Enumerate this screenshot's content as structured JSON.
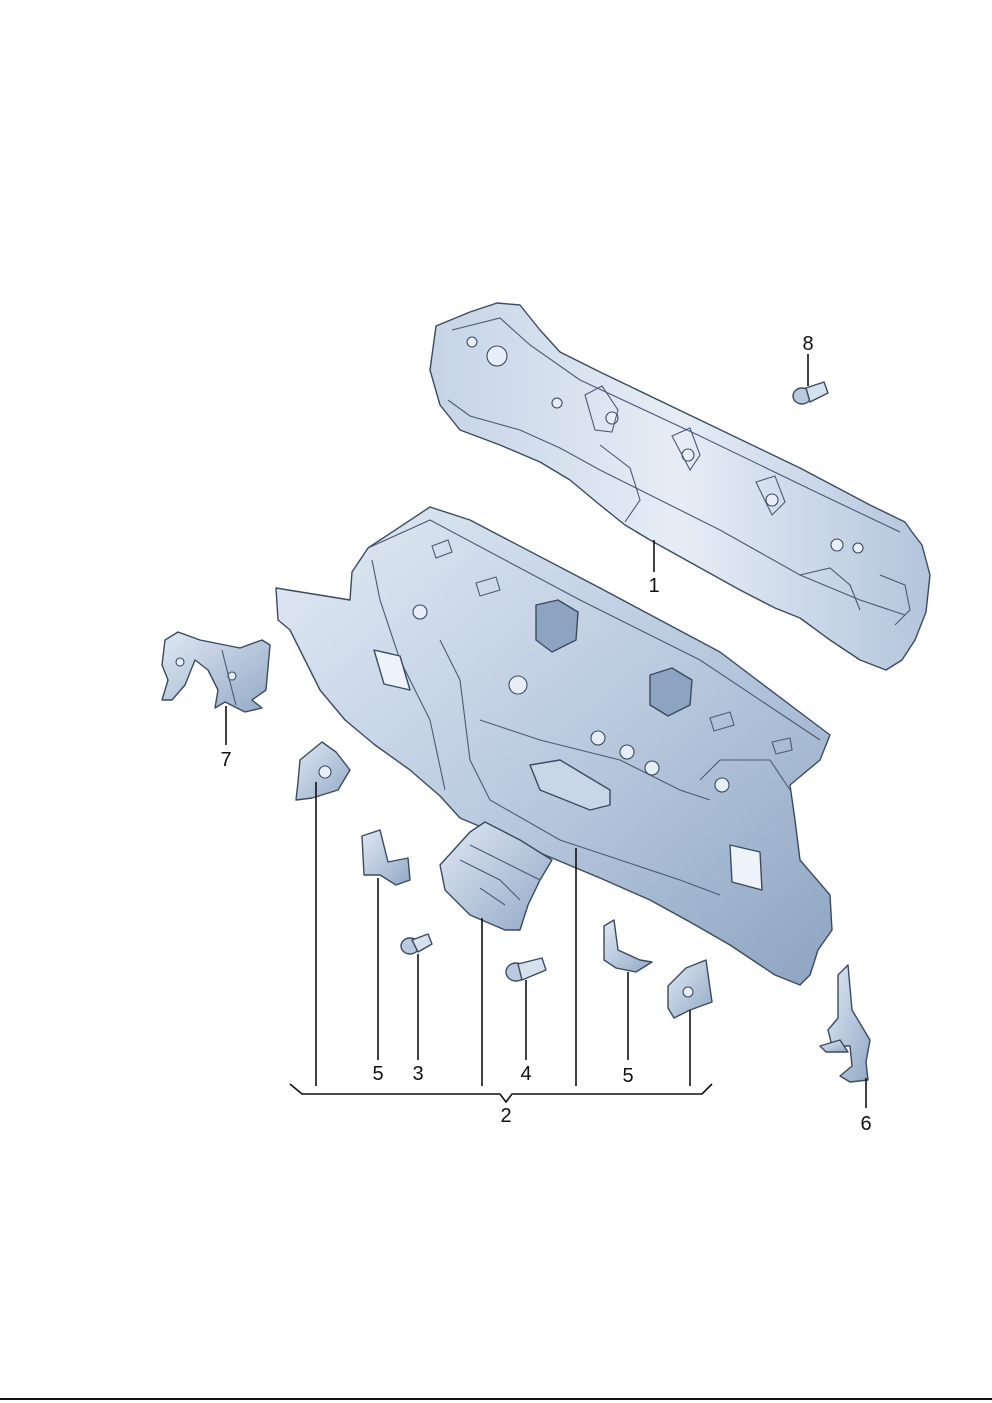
{
  "callouts": [
    {
      "id": "1",
      "label": "1"
    },
    {
      "id": "2",
      "label": "2"
    },
    {
      "id": "3",
      "label": "3"
    },
    {
      "id": "4",
      "label": "4"
    },
    {
      "id": "5a",
      "label": "5"
    },
    {
      "id": "5b",
      "label": "5"
    },
    {
      "id": "6",
      "label": "6"
    },
    {
      "id": "7",
      "label": "7"
    },
    {
      "id": "8",
      "label": "8"
    }
  ],
  "colors": {
    "part_fill_light": "#d7e2ef",
    "part_fill_mid": "#a9bdd6",
    "part_fill_dark": "#7d93b3",
    "outline": "#3b4a60"
  }
}
